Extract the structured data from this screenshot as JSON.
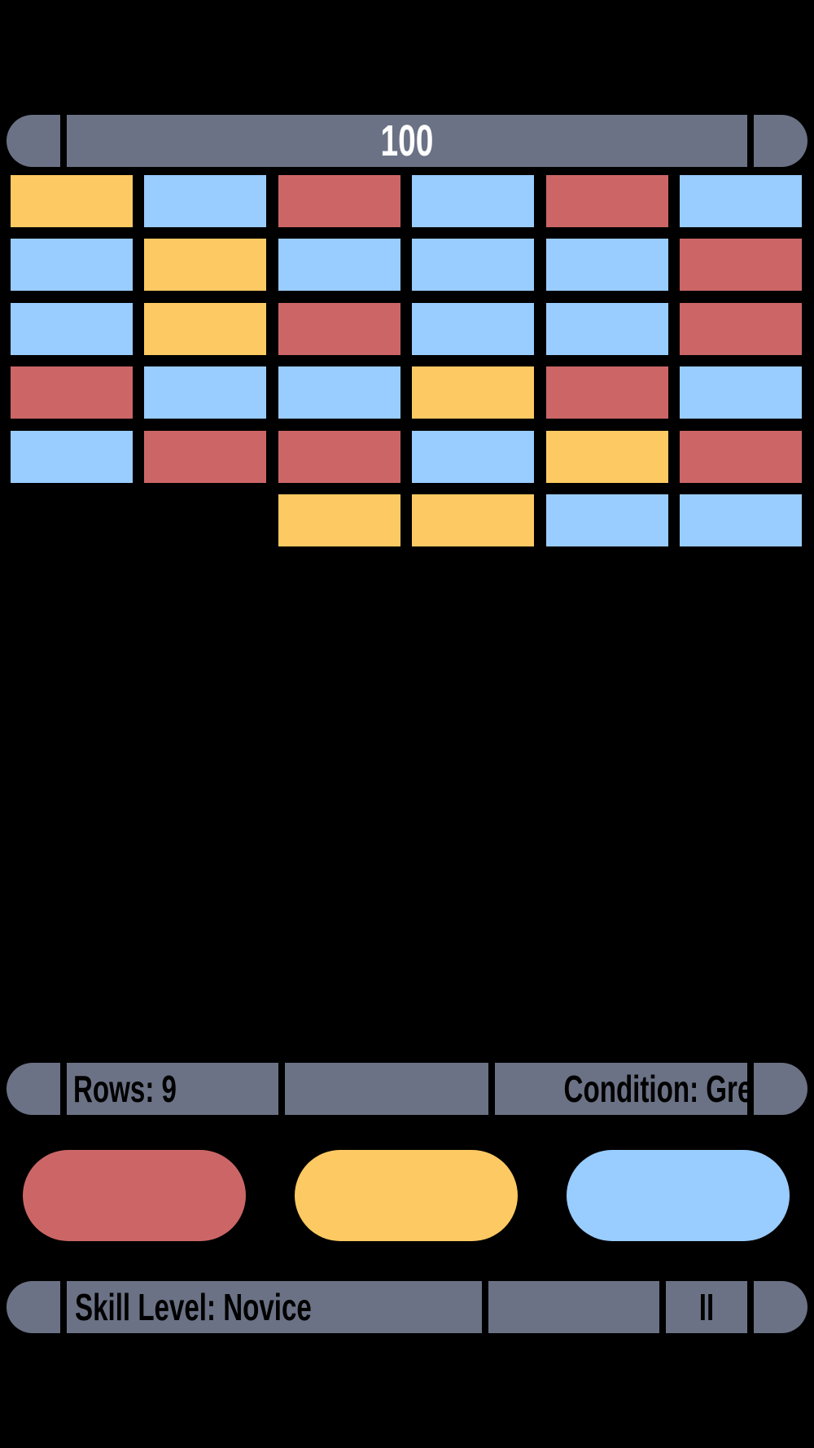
{
  "score": "100",
  "status_bar": {
    "rows_label": "Rows: 9",
    "condition_label": "Condition: Green"
  },
  "bottom_bar": {
    "skill_label": "Skill Level: Novice",
    "pause_label": "II"
  },
  "colors": {
    "yellow": "#fdc962",
    "blue": "#99ccff",
    "red": "#cc6666",
    "panel": "#6b7285",
    "background": "#000000"
  },
  "bricks": [
    [
      "yellow",
      "blue",
      "red",
      "blue",
      "red",
      "blue"
    ],
    [
      "blue",
      "yellow",
      "blue",
      "blue",
      "blue",
      "red"
    ],
    [
      "blue",
      "yellow",
      "red",
      "blue",
      "blue",
      "red"
    ],
    [
      "red",
      "blue",
      "blue",
      "yellow",
      "red",
      "blue"
    ],
    [
      "blue",
      "red",
      "red",
      "blue",
      "yellow",
      "red"
    ],
    [
      null,
      null,
      "yellow",
      "yellow",
      "blue",
      "blue"
    ]
  ],
  "buttons": [
    {
      "name": "red-button",
      "color": "red"
    },
    {
      "name": "yellow-button",
      "color": "yellow"
    },
    {
      "name": "blue-button",
      "color": "blue"
    }
  ]
}
